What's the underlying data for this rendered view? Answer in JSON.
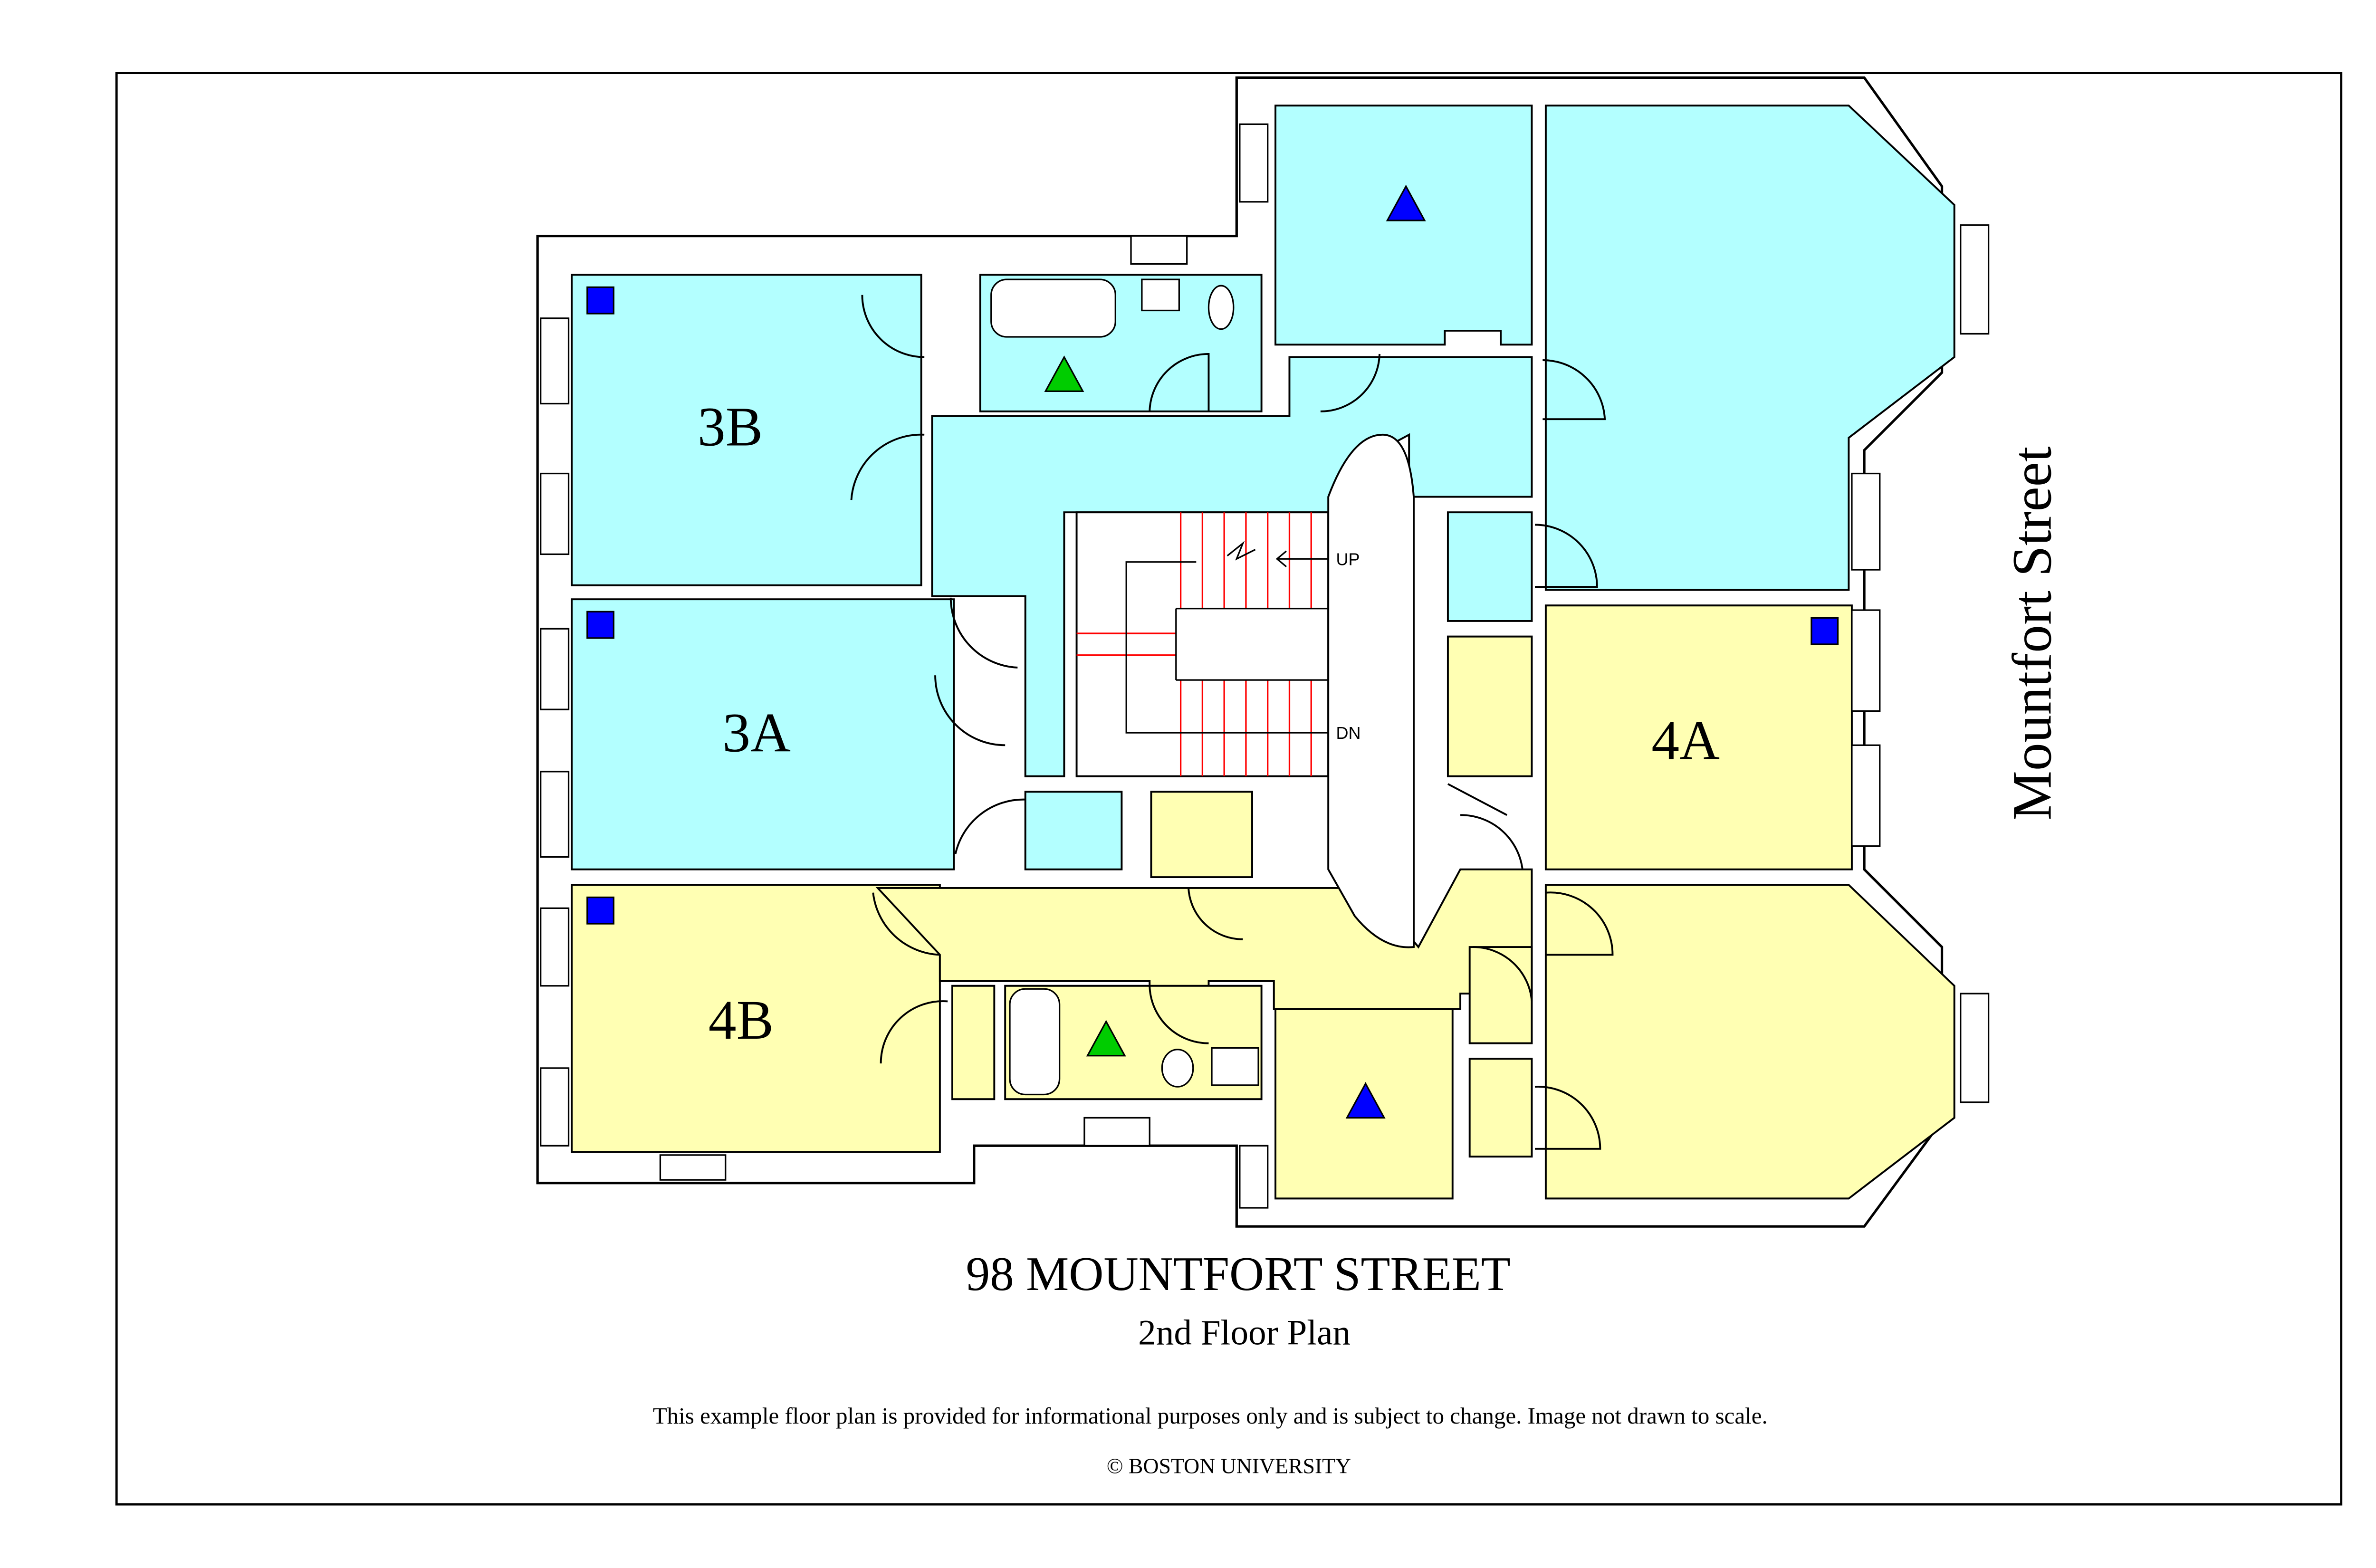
{
  "plan": {
    "title": "98 MOUNTFORT STREET",
    "subtitle": "2nd Floor Plan",
    "disclaimer": "This example floor plan is provided for informational purposes only and is subject to change. Image not drawn to scale.",
    "copyright": "© BOSTON UNIVERSITY",
    "street_label": "Mountfort Street",
    "stairs": {
      "up": "UP",
      "down": "DN"
    },
    "units": [
      {
        "label": "3B",
        "color": "#b3ffff"
      },
      {
        "label": "3A",
        "color": "#b3ffff"
      },
      {
        "label": "4A",
        "color": "#ffffb3"
      },
      {
        "label": "4B",
        "color": "#ffffb3"
      }
    ]
  },
  "colors": {
    "unit3": "#b3ffff",
    "unit4": "#ffffb3",
    "square_marker": "#0000ff",
    "blue_triangle": "#0000ff",
    "green_triangle": "#00cc00",
    "stair_lines": "#ff0000"
  }
}
